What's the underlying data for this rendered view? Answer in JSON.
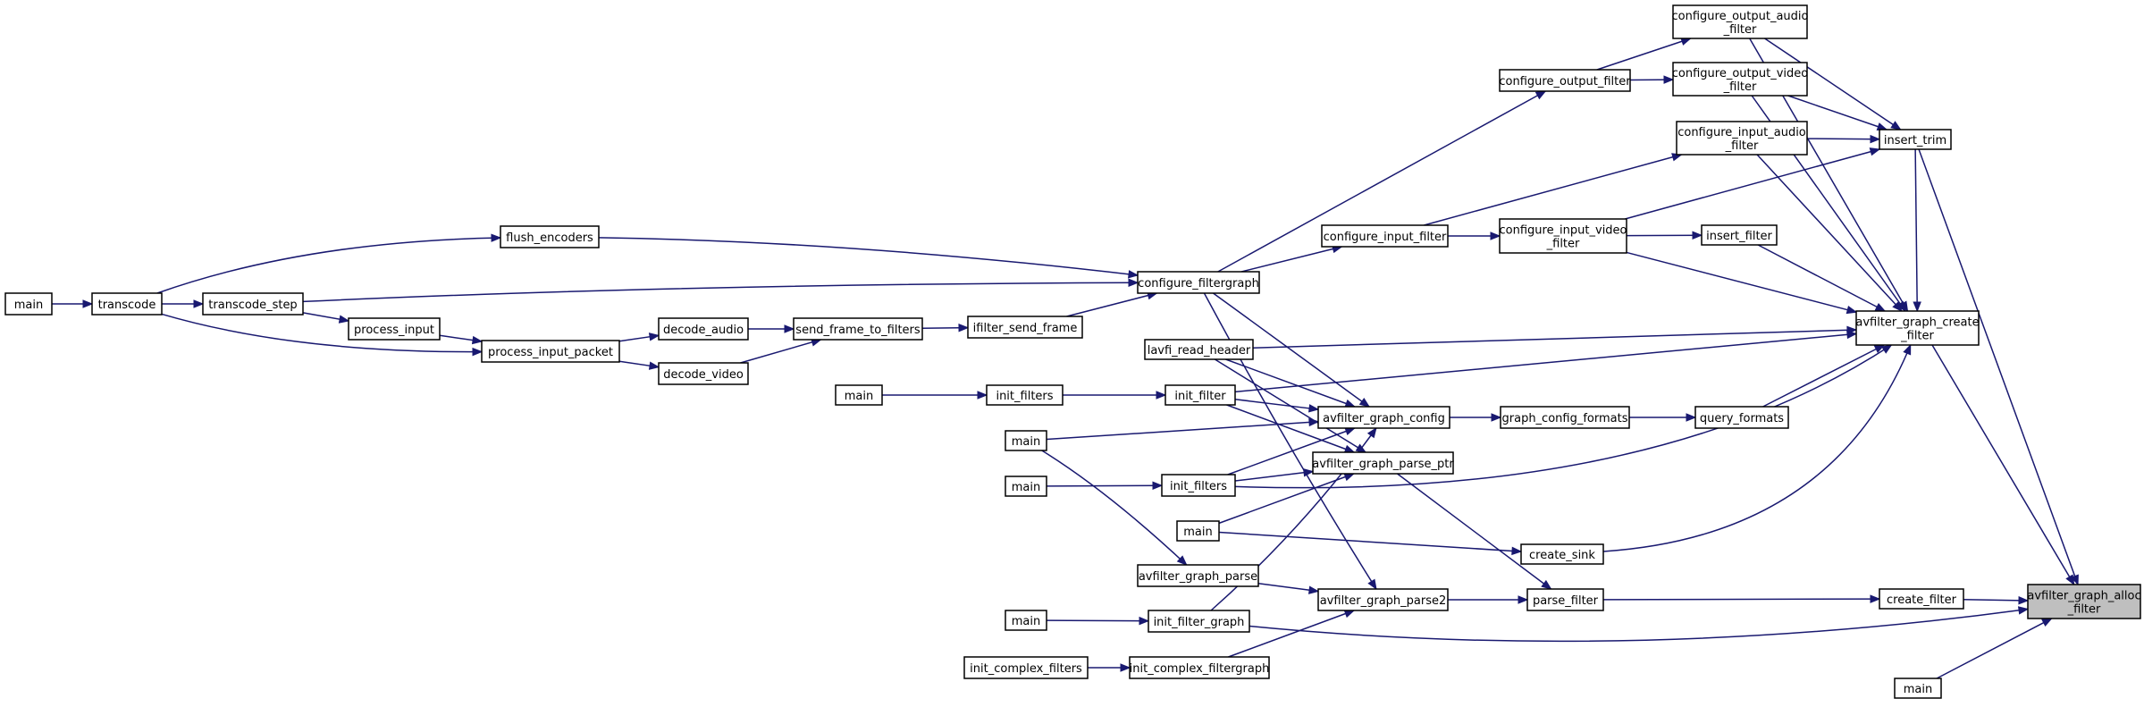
{
  "title": "",
  "colors": {
    "edge": "#191970",
    "node_border": "#000000",
    "root_fill": "#bfbfbf",
    "node_fill": "#ffffff"
  },
  "nodes": [
    {
      "id": "root",
      "lines": [
        "avfilter_graph_alloc",
        "_filter"
      ],
      "root": true
    },
    {
      "id": "create_filter",
      "lines": [
        "create_filter"
      ]
    },
    {
      "id": "main_br",
      "lines": [
        "main"
      ]
    },
    {
      "id": "create_filter_g",
      "lines": [
        "avfilter_graph_create",
        "_filter"
      ]
    },
    {
      "id": "insert_trim",
      "lines": [
        "insert_trim"
      ]
    },
    {
      "id": "cfg_out_audio",
      "lines": [
        "configure_output_audio",
        "_filter"
      ]
    },
    {
      "id": "cfg_out_video",
      "lines": [
        "configure_output_video",
        "_filter"
      ]
    },
    {
      "id": "cfg_in_audio",
      "lines": [
        "configure_input_audio",
        "_filter"
      ]
    },
    {
      "id": "cfg_out_filter",
      "lines": [
        "configure_output_filter"
      ]
    },
    {
      "id": "cfg_in_video",
      "lines": [
        "configure_input_video",
        "_filter"
      ]
    },
    {
      "id": "insert_filter",
      "lines": [
        "insert_filter"
      ]
    },
    {
      "id": "cfg_in_filter",
      "lines": [
        "configure_input_filter"
      ]
    },
    {
      "id": "cfg_filtergraph",
      "lines": [
        "configure_filtergraph"
      ]
    },
    {
      "id": "flush_encoders",
      "lines": [
        "flush_encoders"
      ]
    },
    {
      "id": "transcode",
      "lines": [
        "transcode"
      ]
    },
    {
      "id": "transcode_step",
      "lines": [
        "transcode_step"
      ]
    },
    {
      "id": "main_t",
      "lines": [
        "main"
      ]
    },
    {
      "id": "process_input",
      "lines": [
        "process_input"
      ]
    },
    {
      "id": "process_input_packet",
      "lines": [
        "process_input_packet"
      ]
    },
    {
      "id": "decode_audio",
      "lines": [
        "decode_audio"
      ]
    },
    {
      "id": "decode_video",
      "lines": [
        "decode_video"
      ]
    },
    {
      "id": "send_frame",
      "lines": [
        "send_frame_to_filters"
      ]
    },
    {
      "id": "ifilter_send",
      "lines": [
        "ifilter_send_frame"
      ]
    },
    {
      "id": "lavfi_read",
      "lines": [
        "lavfi_read_header"
      ]
    },
    {
      "id": "init_filter",
      "lines": [
        "init_filter"
      ]
    },
    {
      "id": "init_filters_a",
      "lines": [
        "init_filters"
      ]
    },
    {
      "id": "main_a",
      "lines": [
        "main"
      ]
    },
    {
      "id": "graph_config",
      "lines": [
        "avfilter_graph_config"
      ]
    },
    {
      "id": "graph_config_formats",
      "lines": [
        "graph_config_formats"
      ]
    },
    {
      "id": "query_formats",
      "lines": [
        "query_formats"
      ]
    },
    {
      "id": "main_b",
      "lines": [
        "main"
      ]
    },
    {
      "id": "main_c",
      "lines": [
        "main"
      ]
    },
    {
      "id": "init_filters_b",
      "lines": [
        "init_filters"
      ]
    },
    {
      "id": "parse_ptr",
      "lines": [
        "avfilter_graph_parse_ptr"
      ]
    },
    {
      "id": "main_d",
      "lines": [
        "main"
      ]
    },
    {
      "id": "create_sink",
      "lines": [
        "create_sink"
      ]
    },
    {
      "id": "graph_parse",
      "lines": [
        "avfilter_graph_parse"
      ]
    },
    {
      "id": "graph_parse2",
      "lines": [
        "avfilter_graph_parse2"
      ]
    },
    {
      "id": "parse_filter",
      "lines": [
        "parse_filter"
      ]
    },
    {
      "id": "main_e",
      "lines": [
        "main"
      ]
    },
    {
      "id": "init_filter_graph",
      "lines": [
        "init_filter_graph"
      ]
    },
    {
      "id": "init_complex_filters",
      "lines": [
        "init_complex_filters"
      ]
    },
    {
      "id": "init_complex_fg",
      "lines": [
        "init_complex_filtergraph"
      ]
    }
  ],
  "edges": [
    [
      "create_filter",
      "root"
    ],
    [
      "main_br",
      "root"
    ],
    [
      "create_filter_g",
      "root"
    ],
    [
      "insert_trim",
      "root"
    ],
    [
      "init_filter_graph",
      "root"
    ],
    [
      "parse_filter",
      "create_filter"
    ],
    [
      "insert_trim",
      "create_filter_g"
    ],
    [
      "cfg_out_audio",
      "create_filter_g"
    ],
    [
      "cfg_out_video",
      "create_filter_g"
    ],
    [
      "cfg_in_audio",
      "create_filter_g"
    ],
    [
      "cfg_in_video",
      "create_filter_g"
    ],
    [
      "insert_filter",
      "create_filter_g"
    ],
    [
      "lavfi_read",
      "create_filter_g"
    ],
    [
      "init_filter",
      "create_filter_g"
    ],
    [
      "query_formats",
      "create_filter_g"
    ],
    [
      "init_filters_b",
      "create_filter_g"
    ],
    [
      "create_sink",
      "create_filter_g"
    ],
    [
      "cfg_out_audio",
      "insert_trim"
    ],
    [
      "cfg_out_video",
      "insert_trim"
    ],
    [
      "cfg_in_audio",
      "insert_trim"
    ],
    [
      "cfg_in_video",
      "insert_trim"
    ],
    [
      "cfg_out_filter",
      "cfg_out_audio"
    ],
    [
      "cfg_out_filter",
      "cfg_out_video"
    ],
    [
      "cfg_in_filter",
      "cfg_in_audio"
    ],
    [
      "cfg_in_filter",
      "cfg_in_video"
    ],
    [
      "cfg_in_video",
      "insert_filter"
    ],
    [
      "cfg_filtergraph",
      "cfg_out_filter"
    ],
    [
      "cfg_filtergraph",
      "cfg_in_filter"
    ],
    [
      "flush_encoders",
      "cfg_filtergraph"
    ],
    [
      "transcode_step",
      "cfg_filtergraph"
    ],
    [
      "ifilter_send",
      "cfg_filtergraph"
    ],
    [
      "transcode",
      "flush_encoders"
    ],
    [
      "transcode",
      "transcode_step"
    ],
    [
      "transcode",
      "process_input_packet"
    ],
    [
      "main_t",
      "transcode"
    ],
    [
      "transcode_step",
      "process_input"
    ],
    [
      "process_input",
      "process_input_packet"
    ],
    [
      "process_input_packet",
      "decode_audio"
    ],
    [
      "process_input_packet",
      "decode_video"
    ],
    [
      "decode_audio",
      "send_frame"
    ],
    [
      "decode_video",
      "send_frame"
    ],
    [
      "send_frame",
      "ifilter_send"
    ],
    [
      "main_a",
      "init_filters_a"
    ],
    [
      "init_filters_a",
      "init_filter"
    ],
    [
      "init_filter",
      "graph_config"
    ],
    [
      "cfg_filtergraph",
      "graph_config"
    ],
    [
      "lavfi_read",
      "graph_config"
    ],
    [
      "main_b",
      "graph_config"
    ],
    [
      "init_filters_b",
      "graph_config"
    ],
    [
      "init_filter_graph",
      "graph_config"
    ],
    [
      "graph_config",
      "graph_config_formats"
    ],
    [
      "graph_config_formats",
      "query_formats"
    ],
    [
      "main_c",
      "init_filters_b"
    ],
    [
      "init_filters_b",
      "parse_ptr"
    ],
    [
      "init_filter",
      "parse_ptr"
    ],
    [
      "lavfi_read",
      "parse_ptr"
    ],
    [
      "main_d",
      "parse_ptr"
    ],
    [
      "main_d",
      "create_sink"
    ],
    [
      "main_b",
      "graph_parse"
    ],
    [
      "graph_parse",
      "graph_parse2"
    ],
    [
      "cfg_filtergraph",
      "graph_parse2"
    ],
    [
      "init_complex_fg",
      "graph_parse2"
    ],
    [
      "graph_parse2",
      "parse_filter"
    ],
    [
      "parse_ptr",
      "parse_filter"
    ],
    [
      "main_e",
      "init_filter_graph"
    ],
    [
      "init_complex_filters",
      "init_complex_fg"
    ]
  ]
}
